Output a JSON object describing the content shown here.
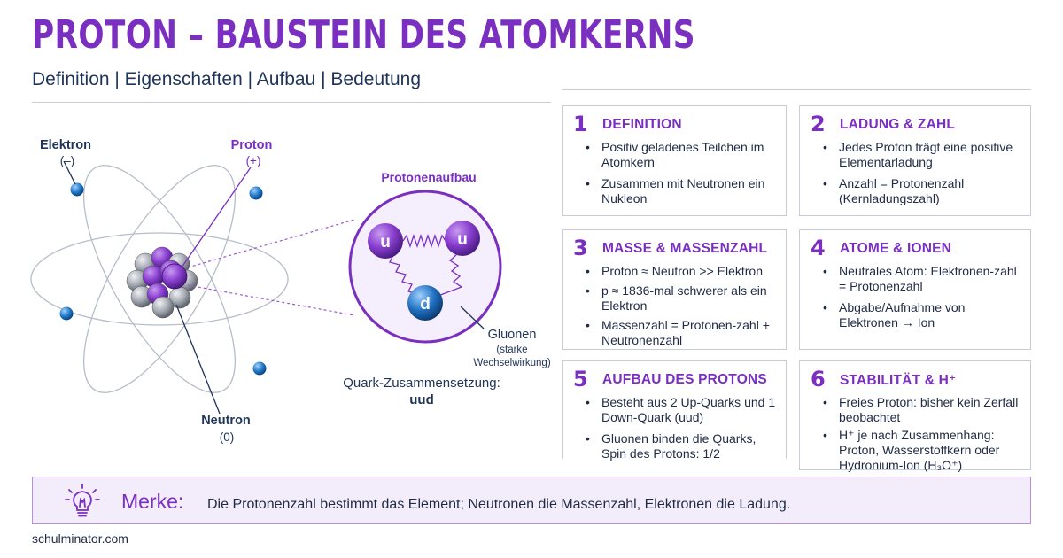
{
  "header": {
    "title": "PROTON – BAUSTEIN DES ATOMKERNS",
    "subtitle": "Definition | Eigenschaften | Aufbau | Bedeutung"
  },
  "diagram": {
    "labels": {
      "elektron": "Elektron",
      "elektron_sign": "(–)",
      "proton": "Proton",
      "proton_sign": "(+)",
      "neutron": "Neutron",
      "neutron_sign": "(0)",
      "protonenaufbau": "Protonenaufbau",
      "gluonen": "Gluonen",
      "gluonen_sub1": "(starke",
      "gluonen_sub2": "Wechselwirkung)",
      "quark_comp_label": "Quark-Zusammensetzung:",
      "quark_comp_value": "uud",
      "quark_u": "u",
      "quark_d": "d"
    },
    "colors": {
      "proton": "#8a3fd0",
      "neutron": "#a9adb5",
      "electron": "#1f78c8",
      "orbit": "#b6bdc9",
      "accent": "#7a2fc0",
      "navy": "#1f3458"
    }
  },
  "cards": [
    {
      "num": "1",
      "title": "DEFINITION",
      "bullets": [
        "Positiv geladenes Teilchen im Atomkern",
        "Zusammen mit Neutronen ein Nukleon"
      ]
    },
    {
      "num": "2",
      "title": "LADUNG & ZAHL",
      "bullets": [
        "Jedes Proton trägt eine positive Elementarladung",
        "Anzahl = Protonenzahl (Kernladungszahl)"
      ]
    },
    {
      "num": "3",
      "title": "MASSE & MASSENZAHL",
      "bullets": [
        "Proton ≈ Neutron >> Elektron",
        "p ≈ 1836-mal schwerer als ein Elektron",
        "Massenzahl = Protonen-zahl + Neutronenzahl"
      ]
    },
    {
      "num": "4",
      "title": "ATOME & IONEN",
      "bullets": [
        "Neutrales Atom: Elektronen-zahl = Protonenzahl",
        "Abgabe/Aufnahme von Elektronen → Ion"
      ]
    },
    {
      "num": "5",
      "title": "AUFBAU DES PROTONS",
      "bullets": [
        "Besteht aus 2 Up-Quarks und 1 Down-Quark (uud)",
        "Gluonen binden die Quarks, Spin des Protons: 1/2"
      ]
    },
    {
      "num": "6",
      "title": "STABILITÄT & H⁺",
      "bullets": [
        "Freies Proton: bisher kein Zerfall beobachtet",
        "H⁺ je nach Zusammenhang: Proton, Wasserstoffkern oder Hydronium-Ion (H₃O⁺)"
      ]
    }
  ],
  "merke": {
    "label": "Merke:",
    "text": "Die Protonenzahl bestimmt das Element; Neutronen die Massenzahl, Elektronen die Ladung."
  },
  "footer": {
    "source": "schulminator.com"
  }
}
